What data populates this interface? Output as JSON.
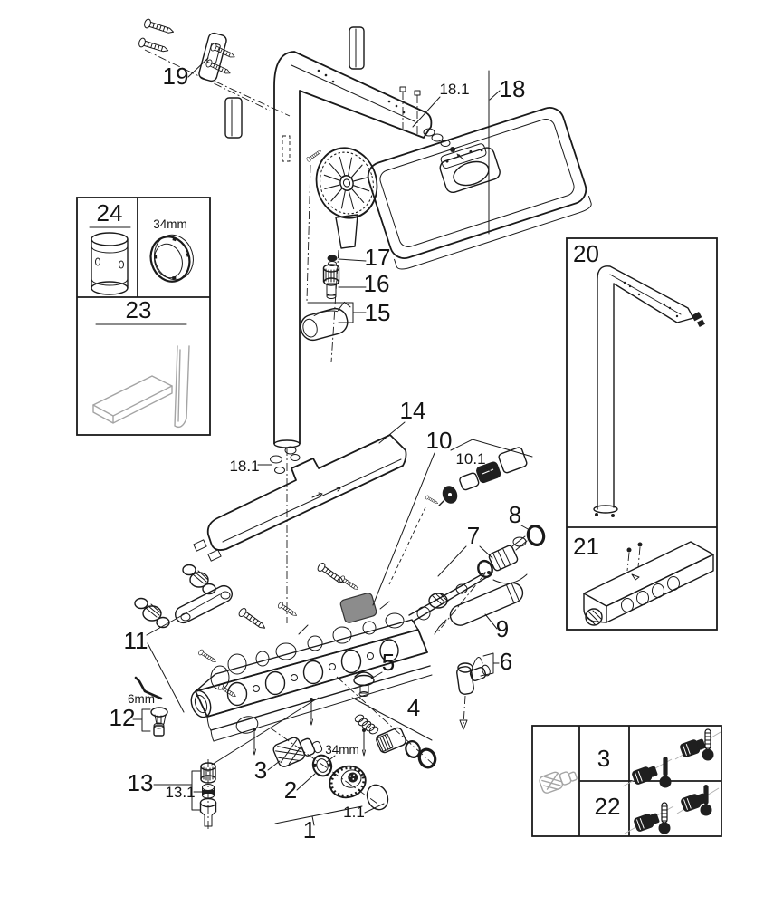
{
  "diagram": {
    "background": "#ffffff",
    "ink_color": "#1a1a1a",
    "muted_gray": "#a4a4a4",
    "dark_fill": "#1f1f1f",
    "mid_gray_fill": "#8c8c8c"
  },
  "labels": {
    "p19": {
      "text": "19"
    },
    "p18_1_top": {
      "text": "18.1"
    },
    "p18": {
      "text": "18"
    },
    "b24": {
      "text": "24"
    },
    "dim34_top": {
      "text": "34mm"
    },
    "b23": {
      "text": "23"
    },
    "p17": {
      "text": "17"
    },
    "p16": {
      "text": "16"
    },
    "p15": {
      "text": "15"
    },
    "b20": {
      "text": "20"
    },
    "p14": {
      "text": "14"
    },
    "p10": {
      "text": "10"
    },
    "p10_1": {
      "text": "10.1"
    },
    "p18_1_left": {
      "text": "18.1"
    },
    "p8": {
      "text": "8"
    },
    "p7": {
      "text": "7"
    },
    "b21": {
      "text": "21"
    },
    "p9": {
      "text": "9"
    },
    "p11": {
      "text": "11"
    },
    "p5": {
      "text": "5"
    },
    "p6": {
      "text": "6"
    },
    "dim6mm": {
      "text": "6mm"
    },
    "p12": {
      "text": "12"
    },
    "p4": {
      "text": "4"
    },
    "p3": {
      "text": "3"
    },
    "dim34_bottom": {
      "text": "34mm"
    },
    "p2": {
      "text": "2"
    },
    "p13": {
      "text": "13"
    },
    "p13_1": {
      "text": "13.1"
    },
    "p1_1": {
      "text": "1.1"
    },
    "p1": {
      "text": "1"
    },
    "s3": {
      "text": "3"
    },
    "s22": {
      "text": "22"
    }
  }
}
